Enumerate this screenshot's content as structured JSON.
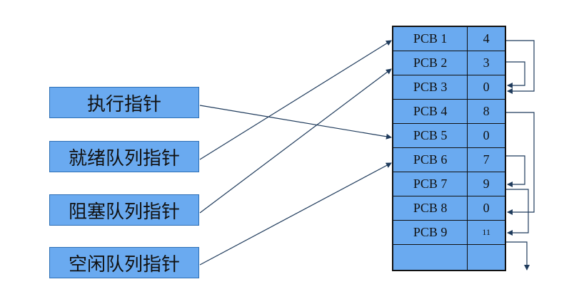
{
  "pointers": {
    "running": "执行指针",
    "ready": "就绪队列指针",
    "blocked": "阻塞队列指针",
    "free": "空闲队列指针"
  },
  "pcb_table": [
    {
      "name": "PCB 1",
      "next": "4"
    },
    {
      "name": "PCB 2",
      "next": "3"
    },
    {
      "name": "PCB 3",
      "next": "0"
    },
    {
      "name": "PCB 4",
      "next": "8"
    },
    {
      "name": "PCB 5",
      "next": "0"
    },
    {
      "name": "PCB 6",
      "next": "7"
    },
    {
      "name": "PCB 7",
      "next": "9"
    },
    {
      "name": "PCB 8",
      "next": "0"
    },
    {
      "name": "PCB 9",
      "next": "11"
    },
    {
      "name": "",
      "next": ""
    }
  ],
  "colors": {
    "box_fill": "#6aaaf0",
    "box_border": "#2d6fb5",
    "arrow": "#1f3b5c"
  }
}
